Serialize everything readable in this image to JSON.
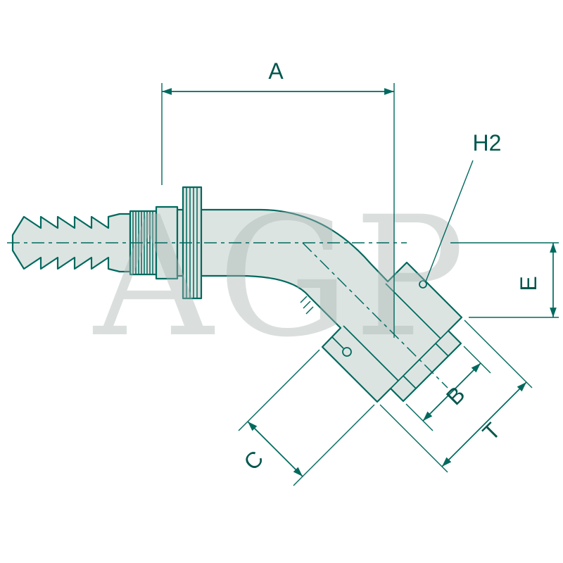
{
  "watermark_text": "AGP",
  "labels": {
    "a": "A",
    "h2": "H2",
    "e": "E",
    "b": "B",
    "t": "T",
    "c": "C"
  },
  "colors": {
    "line": "#00695e",
    "part_fill": "#dce4e1",
    "label_text": "#00564d",
    "watermark": "#a9b5b2",
    "background": "#ffffff"
  }
}
